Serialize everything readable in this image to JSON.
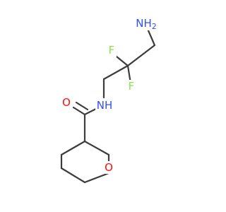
{
  "molecule": {
    "atoms": {
      "N_amine": {
        "text": "NH2",
        "color": "#3050f8"
      },
      "F_upper": {
        "text": "F",
        "color": "#90e050"
      },
      "F_lower": {
        "text": "F",
        "color": "#90e050"
      },
      "N_amide": {
        "text": "NH",
        "color": "#3050f8"
      },
      "O_carbonyl": {
        "text": "O",
        "color": "#ff0d0d"
      },
      "O_ring": {
        "text": "O",
        "color": "#ff0d0d"
      }
    },
    "bond_color": "#3c3c3c"
  }
}
